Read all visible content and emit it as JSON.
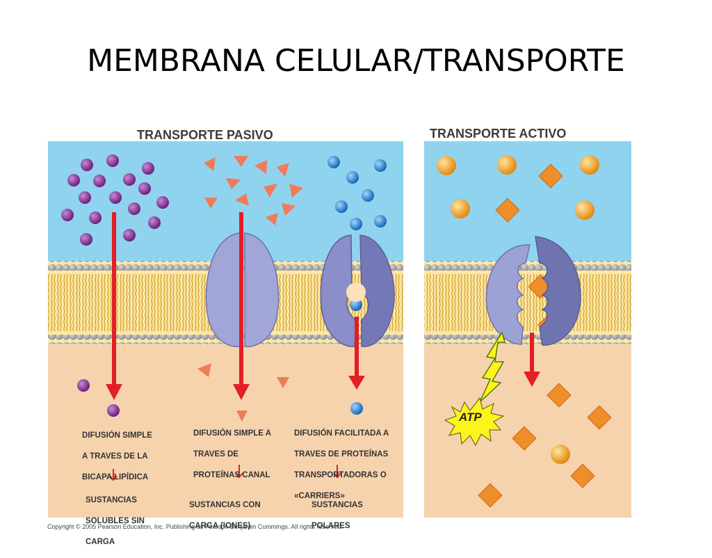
{
  "title": "MEMBRANA CELULAR/TRANSPORTE",
  "passive": {
    "heading": "TRANSPORTE PASIVO",
    "columns": [
      {
        "caption": [
          "DIFUSIÓN SIMPLE",
          "A TRAVES DE LA",
          "BICAPA LIPÍDICA"
        ],
        "result": [
          "SUSTANCIAS",
          "SOLUBLES SIN",
          "CARGA"
        ]
      },
      {
        "caption": [
          "DIFUSIÓN SIMPLE A",
          "TRAVES DE",
          "PROTEÍNAS CANAL"
        ],
        "result": [
          "SUSTANCIAS CON",
          "CARGA (IONES)"
        ]
      },
      {
        "caption": [
          "DIFUSIÓN FACILITADA A",
          "TRAVES DE PROTEÍNAS",
          "TRANSPORTADORAS O",
          "«CARRIERS»"
        ],
        "result": [
          "SUSTANCIAS",
          "POLARES"
        ]
      }
    ]
  },
  "active": {
    "heading": "TRANSPORTE ACTIVO",
    "energy_label": "ATP"
  },
  "copyright": "Copyright © 2005 Pearson Education, Inc. Publishing as Pearson Benjamin Cummings. All rights reserved.",
  "colors": {
    "extracellular": "#8fd3ef",
    "intracellular": "#f6d3ad",
    "lipid_head": "#a7a7a7",
    "lipid_tail": "#f0c14f",
    "protein": "#9da2d6",
    "arrow": "#e31e24",
    "sphere_purple": "#8a3b97",
    "triangle": "#ef7c57",
    "sphere_blue": "#2a8fd8",
    "sphere_orange": "#f6a623",
    "diamond": "#ef8d2a",
    "atp_burst": "#fff31c"
  }
}
